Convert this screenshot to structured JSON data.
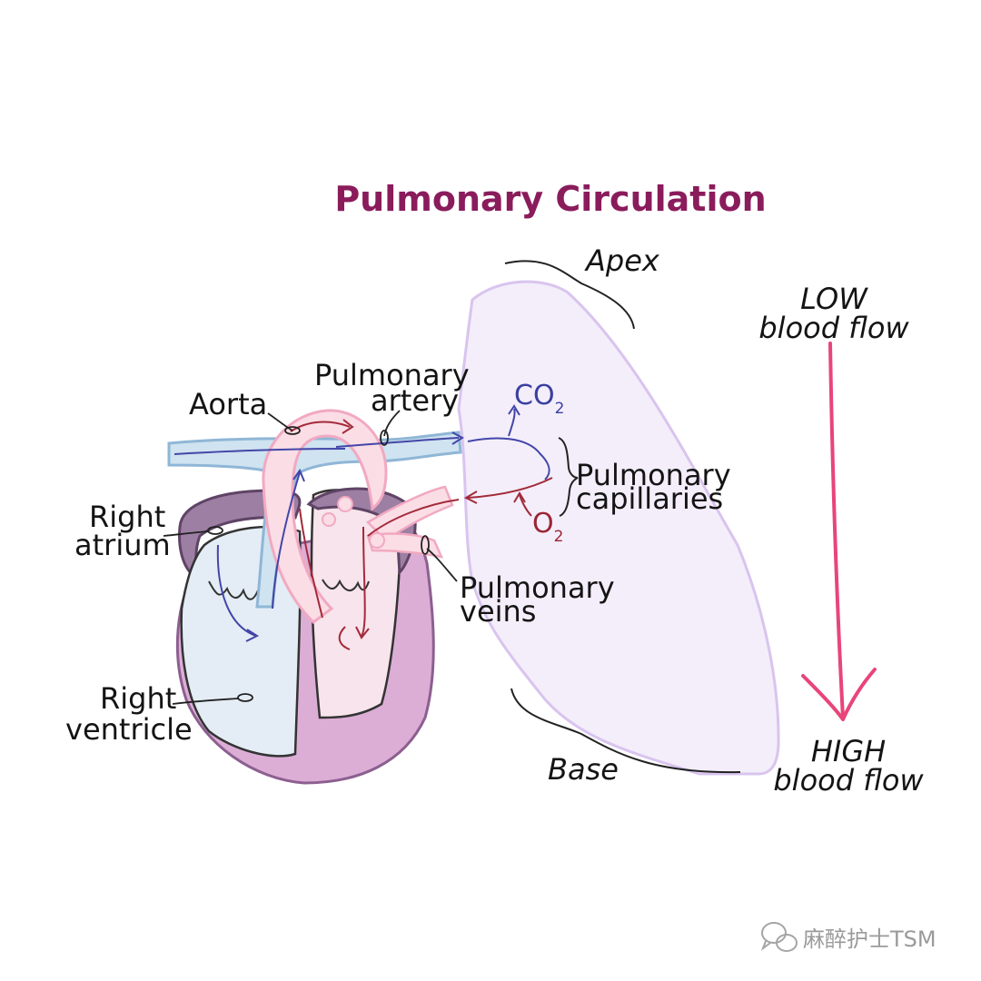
{
  "title": "Pulmonary Circulation",
  "labels": {
    "apex": "Apex",
    "base": "Base",
    "low_line1": "LOW",
    "low_line2": "blood flow",
    "high_line1": "HIGH",
    "high_line2": "blood flow",
    "pulmonary_artery_line1": "Pulmonary",
    "pulmonary_artery_line2": "artery",
    "aorta": "Aorta",
    "right_atrium_line1": "Right",
    "right_atrium_line2": "atrium",
    "right_ventricle_line1": "Right",
    "right_ventricle_line2": "ventricle",
    "pulmonary_capillaries_line1": "Pulmonary",
    "pulmonary_capillaries_line2": "capillaries",
    "pulmonary_veins_line1": "Pulmonary",
    "pulmonary_veins_line2": "veins",
    "co2_main": "CO",
    "co2_sub": "2",
    "o2_main": "O",
    "o2_sub": "2"
  },
  "watermark": "麻醉护士TSM",
  "colors": {
    "title": "#8a1c5c",
    "lung_fill": "#f3eefa",
    "lung_stroke": "#d9c4ee",
    "gradient_arrow": "#e8457a",
    "deoxygenated_vessel": "#cfe3f0",
    "oxygenated_vessel": "#fbdde6",
    "myocardium": "#dcaed6",
    "deoxygenated_flow": "#4346a8",
    "oxygenated_flow": "#a32a3a"
  },
  "icons": {
    "gradient_arrow": "down-arrow-icon",
    "watermark": "wechat-icon"
  }
}
